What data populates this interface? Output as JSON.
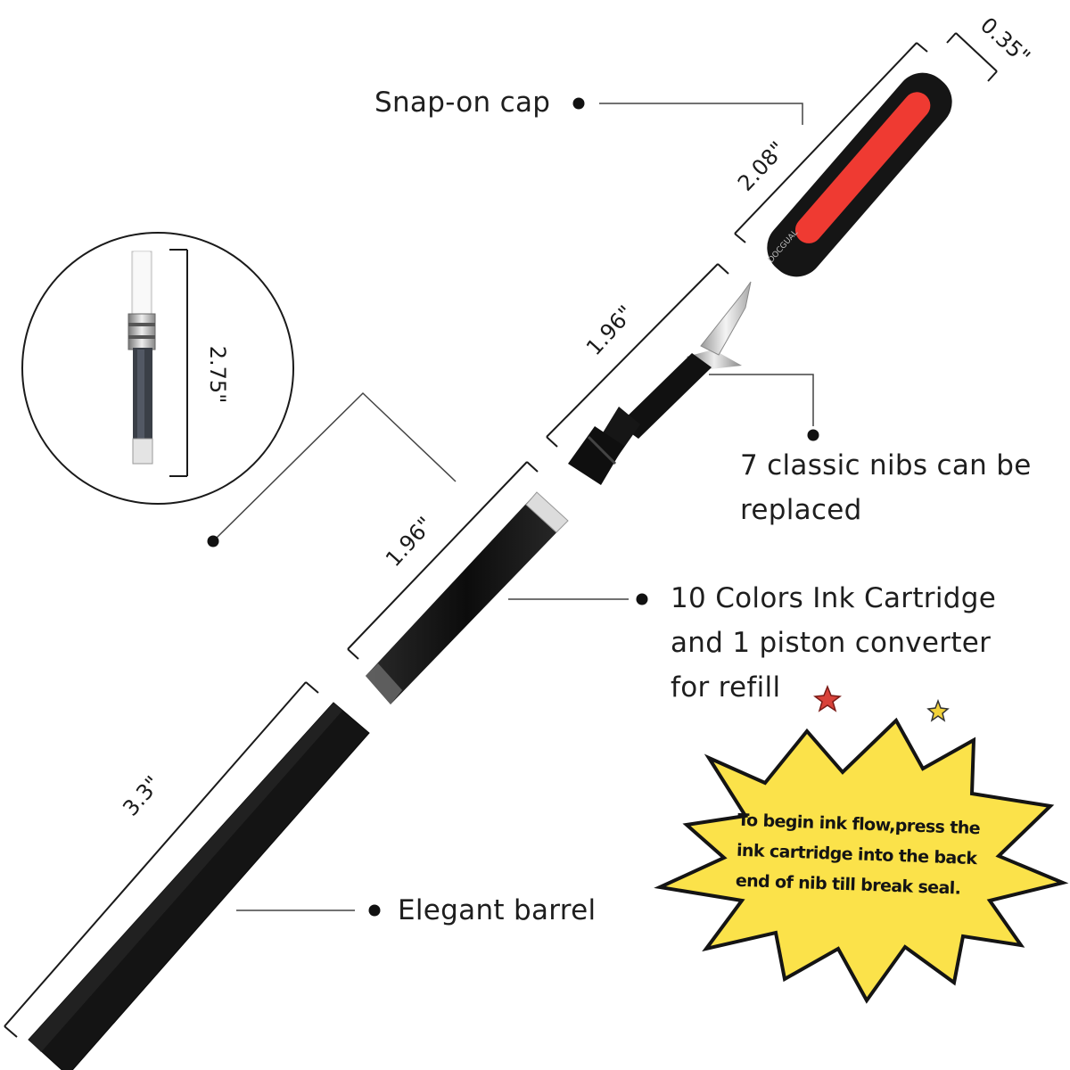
{
  "callouts": {
    "cap": "Snap-on cap",
    "nibs": [
      "7 classic nibs can be",
      "replaced"
    ],
    "cartridge": [
      "10 Colors Ink Cartridge",
      "and 1 piston converter",
      "for refill"
    ],
    "barrel": "Elegant barrel"
  },
  "dimensions": {
    "cap_width": "0.35\"",
    "cap_length": "2.08\"",
    "nib_length": "1.96\"",
    "cartridge_length": "1.96\"",
    "converter_length": "2.75\"",
    "barrel_length": "3.3\""
  },
  "brand_mark": "DOCGUAL",
  "burst": {
    "lines": [
      "To begin ink flow,press the",
      "ink cartridge into the back",
      "end of nib till break seal."
    ]
  },
  "colors": {
    "cap_stripe": "#ef3a32",
    "pen_body": "#111111",
    "burst_fill": "#fbe24a",
    "star_red": "#d9423a",
    "star_yellow": "#f2d23a"
  }
}
